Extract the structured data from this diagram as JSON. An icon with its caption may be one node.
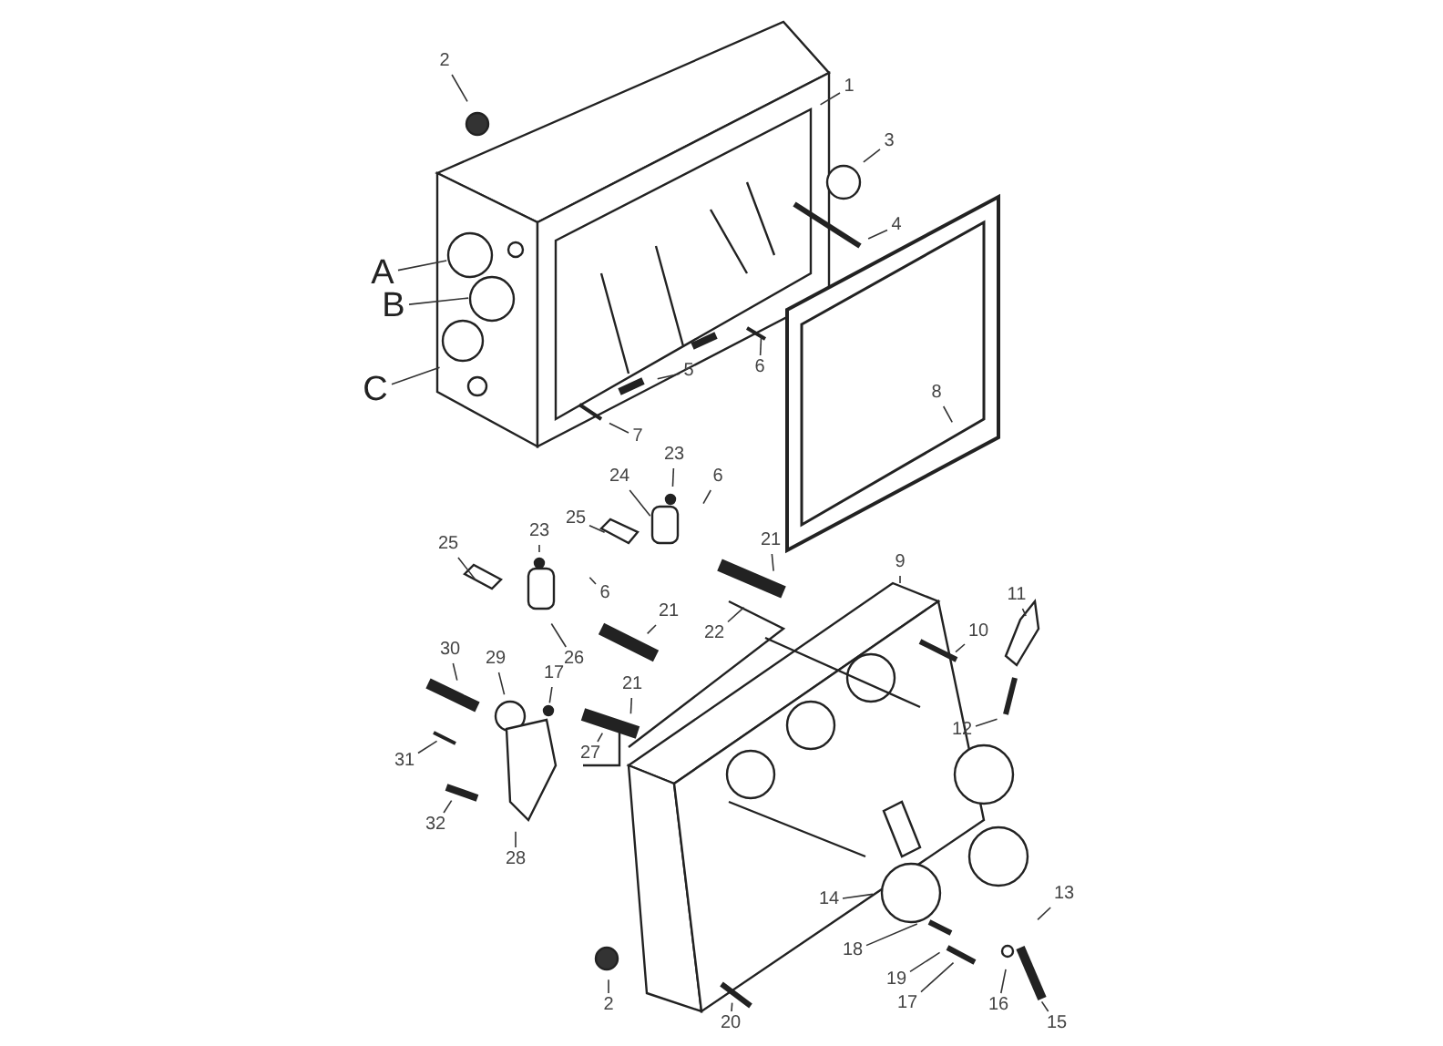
{
  "diagram": {
    "nodes": [
      {
        "text": [
          "1"
        ]
      },
      {
        "text": [
          "2"
        ]
      },
      {
        "text": [
          "3"
        ]
      },
      {
        "text": [
          "4"
        ]
      },
      {
        "text": [
          "A"
        ]
      },
      {
        "text": [
          "B"
        ]
      },
      {
        "text": [
          "C"
        ]
      },
      {
        "text": [
          "5"
        ]
      },
      {
        "text": [
          "6"
        ]
      },
      {
        "text": [
          "7"
        ]
      },
      {
        "text": [
          "8"
        ]
      },
      {
        "text": [
          "23"
        ]
      },
      {
        "text": [
          "6"
        ]
      },
      {
        "text": [
          "24"
        ]
      },
      {
        "text": [
          "25"
        ]
      },
      {
        "text": [
          "21"
        ]
      },
      {
        "text": [
          "23"
        ]
      },
      {
        "text": [
          "25"
        ]
      },
      {
        "text": [
          "6"
        ]
      },
      {
        "text": [
          "9"
        ]
      },
      {
        "text": [
          "21"
        ]
      },
      {
        "text": [
          "22"
        ]
      },
      {
        "text": [
          "26"
        ]
      },
      {
        "text": [
          "11"
        ]
      },
      {
        "text": [
          "10"
        ]
      },
      {
        "text": [
          "30"
        ]
      },
      {
        "text": [
          "29"
        ]
      },
      {
        "text": [
          "17"
        ]
      },
      {
        "text": [
          "21"
        ]
      },
      {
        "text": [
          "12"
        ]
      },
      {
        "text": [
          "31"
        ]
      },
      {
        "text": [
          "27"
        ]
      },
      {
        "text": [
          "32"
        ]
      },
      {
        "text": [
          "28"
        ]
      },
      {
        "text": [
          "13"
        ]
      },
      {
        "text": [
          "14"
        ]
      },
      {
        "text": [
          "18"
        ]
      },
      {
        "text": [
          "19"
        ]
      },
      {
        "text": [
          "17"
        ]
      },
      {
        "text": [
          "16"
        ]
      },
      {
        "text": [
          "2"
        ]
      },
      {
        "text": [
          "15"
        ]
      },
      {
        "text": [
          "20"
        ]
      }
    ],
    "edges": [
      {
        "from": 0,
        "to": null,
        "arrow": "none"
      },
      {
        "from": 1,
        "to": null,
        "arrow": "none"
      },
      {
        "from": 2,
        "to": null,
        "arrow": "none"
      },
      {
        "from": 3,
        "to": null,
        "arrow": "none"
      },
      {
        "from": 4,
        "to": null,
        "arrow": "none"
      },
      {
        "from": 5,
        "to": null,
        "arrow": "none"
      },
      {
        "from": 6,
        "to": null,
        "arrow": "none"
      },
      {
        "from": 7,
        "to": null,
        "arrow": "none"
      },
      {
        "from": 8,
        "to": null,
        "arrow": "none"
      },
      {
        "from": 9,
        "to": null,
        "arrow": "none"
      },
      {
        "from": 10,
        "to": null,
        "arrow": "none"
      },
      {
        "from": 11,
        "to": null,
        "arrow": "none"
      },
      {
        "from": 12,
        "to": null,
        "arrow": "none"
      },
      {
        "from": 13,
        "to": null,
        "arrow": "none"
      },
      {
        "from": 14,
        "to": null,
        "arrow": "none"
      },
      {
        "from": 15,
        "to": null,
        "arrow": "none"
      },
      {
        "from": 16,
        "to": null,
        "arrow": "none"
      },
      {
        "from": 17,
        "to": null,
        "arrow": "none"
      },
      {
        "from": 18,
        "to": null,
        "arrow": "none"
      },
      {
        "from": 19,
        "to": null,
        "arrow": "none"
      },
      {
        "from": 20,
        "to": null,
        "arrow": "none"
      },
      {
        "from": 21,
        "to": null,
        "arrow": "none"
      },
      {
        "from": 22,
        "to": null,
        "arrow": "none"
      },
      {
        "from": 23,
        "to": null,
        "arrow": "none"
      },
      {
        "from": 24,
        "to": null,
        "arrow": "none"
      },
      {
        "from": 25,
        "to": null,
        "arrow": "none"
      },
      {
        "from": 26,
        "to": null,
        "arrow": "none"
      },
      {
        "from": 27,
        "to": null,
        "arrow": "none"
      },
      {
        "from": 28,
        "to": null,
        "arrow": "none"
      },
      {
        "from": 29,
        "to": null,
        "arrow": "none"
      },
      {
        "from": 30,
        "to": null,
        "arrow": "none"
      },
      {
        "from": 31,
        "to": null,
        "arrow": "none"
      },
      {
        "from": 32,
        "to": null,
        "arrow": "none"
      },
      {
        "from": 33,
        "to": null,
        "arrow": "none"
      },
      {
        "from": 34,
        "to": null,
        "arrow": "none"
      },
      {
        "from": 35,
        "to": null,
        "arrow": "none"
      },
      {
        "from": 36,
        "to": null,
        "arrow": "none"
      },
      {
        "from": 37,
        "to": null,
        "arrow": "none"
      },
      {
        "from": 38,
        "to": null,
        "arrow": "none"
      },
      {
        "from": 39,
        "to": null,
        "arrow": "none"
      },
      {
        "from": 40,
        "to": null,
        "arrow": "none"
      },
      {
        "from": 41,
        "to": null,
        "arrow": "none"
      },
      {
        "from": 42,
        "to": null,
        "arrow": "none"
      }
    ]
  }
}
